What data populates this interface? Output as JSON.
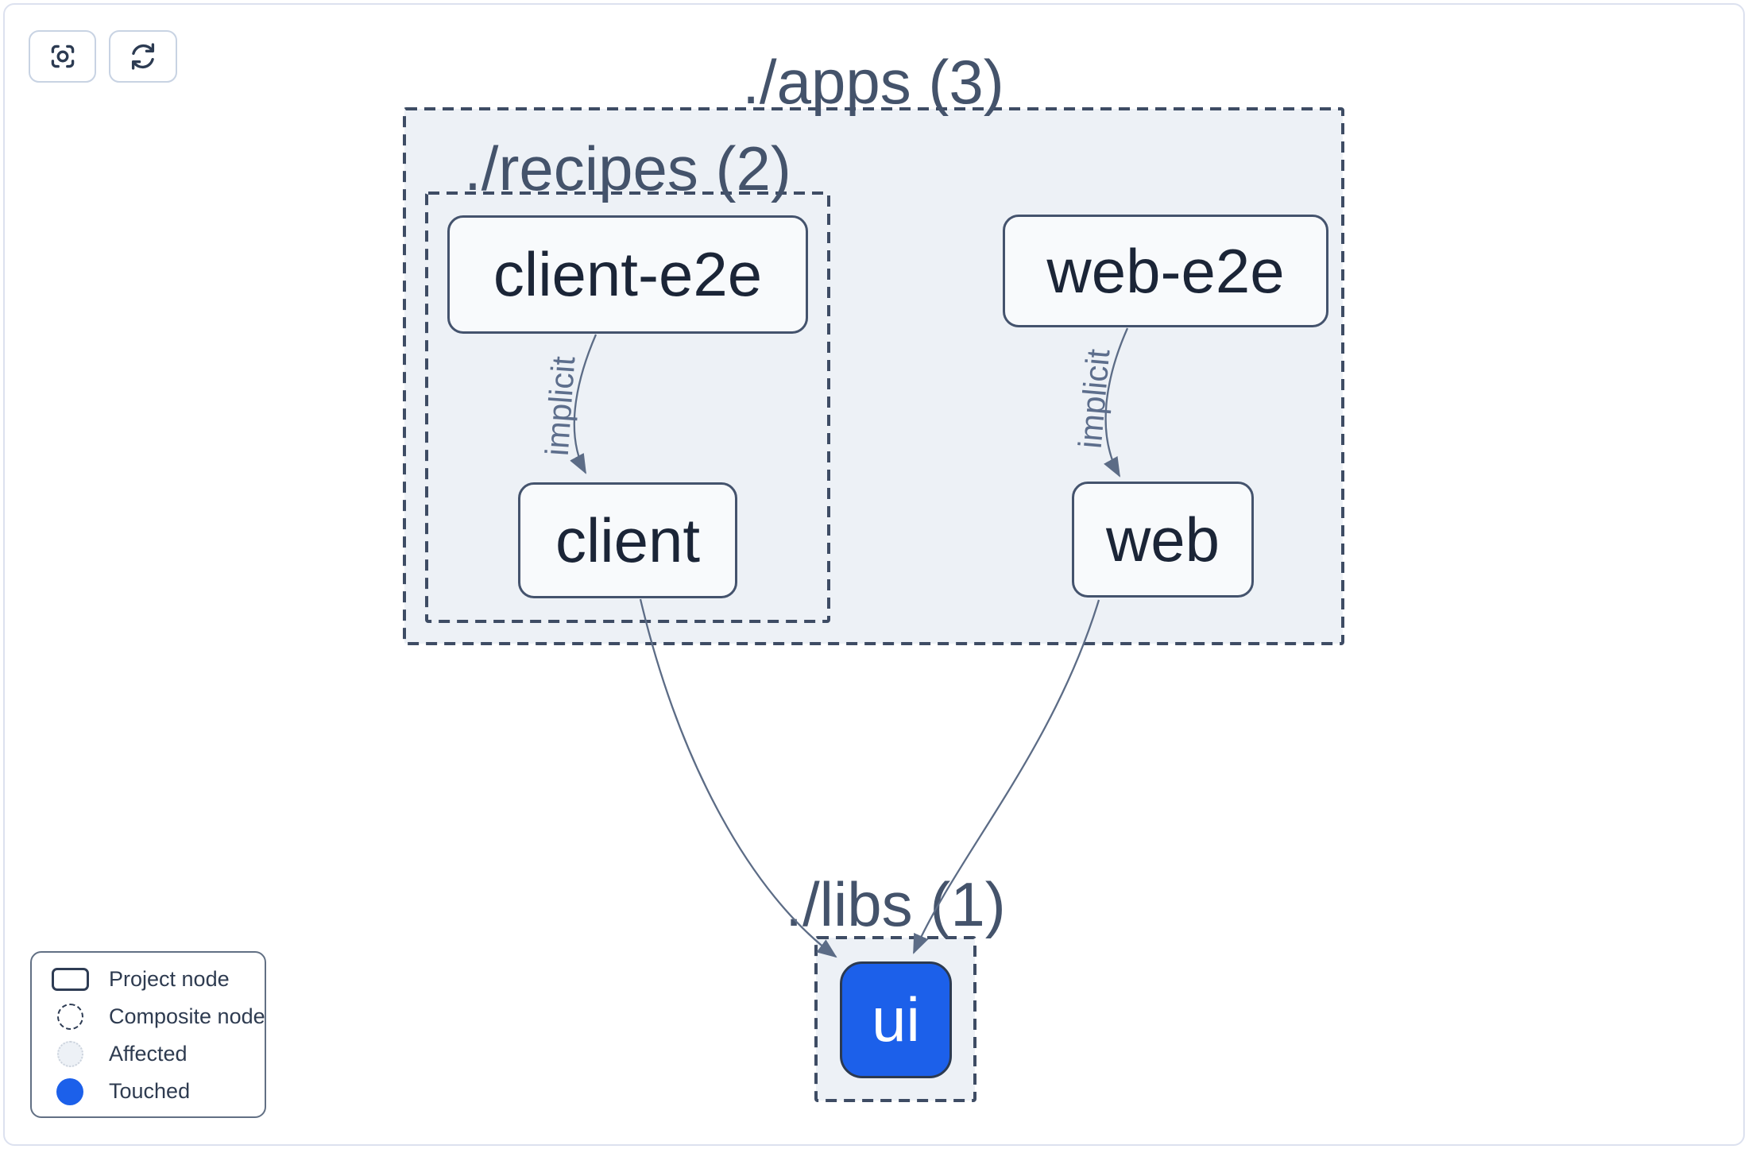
{
  "toolbar": {
    "buttons": [
      {
        "name": "center-graph",
        "icon": "crosshair-focus-icon"
      },
      {
        "name": "refresh-graph",
        "icon": "refresh-icon"
      }
    ]
  },
  "graph": {
    "groups": [
      {
        "id": "apps",
        "label": "./apps (3)"
      },
      {
        "id": "recipes",
        "label": "./recipes (2)"
      },
      {
        "id": "libs",
        "label": "./libs (1)"
      }
    ],
    "nodes": [
      {
        "id": "client-e2e",
        "label": "client-e2e",
        "state": "default"
      },
      {
        "id": "web-e2e",
        "label": "web-e2e",
        "state": "default"
      },
      {
        "id": "client",
        "label": "client",
        "state": "default"
      },
      {
        "id": "web",
        "label": "web",
        "state": "default"
      },
      {
        "id": "ui",
        "label": "ui",
        "state": "touched"
      }
    ],
    "edges": [
      {
        "from": "client-e2e",
        "to": "client",
        "label": "implicit",
        "type": "implicit"
      },
      {
        "from": "web-e2e",
        "to": "web",
        "label": "implicit",
        "type": "implicit"
      },
      {
        "from": "client",
        "to": "ui",
        "label": "",
        "type": "static"
      },
      {
        "from": "web",
        "to": "ui",
        "label": "",
        "type": "static"
      }
    ]
  },
  "legend": {
    "items": [
      {
        "label": "Project node",
        "swatch": "project-node-outline"
      },
      {
        "label": "Composite node",
        "swatch": "composite-node-dashed-circle"
      },
      {
        "label": "Affected",
        "swatch": "affected-light-circle"
      },
      {
        "label": "Touched",
        "swatch": "touched-blue-circle"
      }
    ]
  },
  "colors": {
    "touched_blue": "#1c60ea",
    "group_fill": "#edf1f6",
    "dashed_outline": "#3e4c64",
    "node_border": "#44536d",
    "node_text": "#1b2537",
    "edge": "#5c6c86",
    "group_label": "#44536b"
  }
}
